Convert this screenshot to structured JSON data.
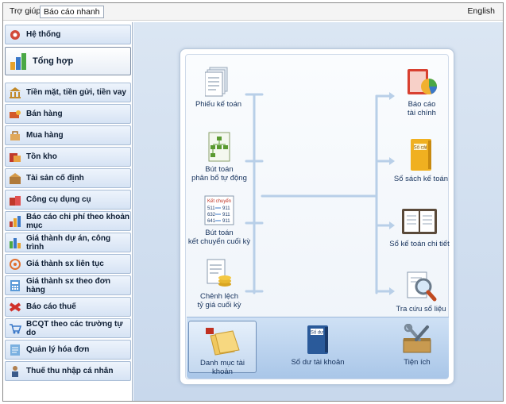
{
  "menubar": {
    "help": "Trợ giúp",
    "quick_report": "Báo cáo nhanh",
    "language": "English"
  },
  "sidebar": {
    "items": [
      {
        "label": "Hệ thống",
        "icon": "system-icon"
      },
      {
        "label": "Tổng hợp",
        "icon": "summary-chart-icon"
      },
      {
        "label": "Tiền mặt, tiền gửi, tiền vay",
        "icon": "bank-icon"
      },
      {
        "label": "Bán hàng",
        "icon": "sales-icon"
      },
      {
        "label": "Mua hàng",
        "icon": "purchase-icon"
      },
      {
        "label": "Tồn kho",
        "icon": "inventory-icon"
      },
      {
        "label": "Tài sản cố định",
        "icon": "fixed-asset-icon"
      },
      {
        "label": "Công cụ dụng cụ",
        "icon": "tools-icon"
      },
      {
        "label": "Báo cáo chi phí theo khoản mục",
        "icon": "cost-report-icon"
      },
      {
        "label": "Giá thành dự án, công trình",
        "icon": "project-cost-icon"
      },
      {
        "label": "Giá thành sx liên tục",
        "icon": "continuous-cost-icon"
      },
      {
        "label": "Giá thành sx theo đơn hàng",
        "icon": "order-cost-icon"
      },
      {
        "label": "Báo cáo thuế",
        "icon": "tax-report-icon"
      },
      {
        "label": "BCQT theo các trường tự do",
        "icon": "custom-report-icon"
      },
      {
        "label": "Quản lý hóa đơn",
        "icon": "invoice-icon"
      },
      {
        "label": "Thuế thu nhập cá nhân",
        "icon": "personal-tax-icon"
      }
    ],
    "selected_index": 1
  },
  "flow": {
    "left": [
      {
        "line1": "Phiếu kế toán",
        "line2": ""
      },
      {
        "line1": "Bút toán",
        "line2": "phân bổ tự động"
      },
      {
        "line1": "Bút toán",
        "line2": "kết chuyển cuối kỳ"
      },
      {
        "line1": "Chênh lệch",
        "line2": "tỷ giá cuối kỳ"
      }
    ],
    "right": [
      {
        "line1": "Báo cáo",
        "line2": "tài chính"
      },
      {
        "line1": "Sổ sách kế toán",
        "line2": ""
      },
      {
        "line1": "Sổ kế toán chi tiết",
        "line2": ""
      },
      {
        "line1": "Tra cứu sổ liệu",
        "line2": ""
      }
    ],
    "bottom": [
      {
        "label": "Danh mục tài khoản"
      },
      {
        "label": "Số dư tài khoản"
      },
      {
        "label": "Tiện ích"
      }
    ],
    "icon_text": {
      "ledger_cover": "Số cái",
      "balance_cover": "Số dư",
      "transfer_header": "Kết chuyển",
      "transfer_rows": [
        "511",
        "911",
        "632",
        "911",
        "641",
        "911"
      ]
    }
  },
  "colors": {
    "accent": "#2b6cb8",
    "sidebar_item": "#d6e3f4",
    "main_bg": "#c8d8ec"
  }
}
